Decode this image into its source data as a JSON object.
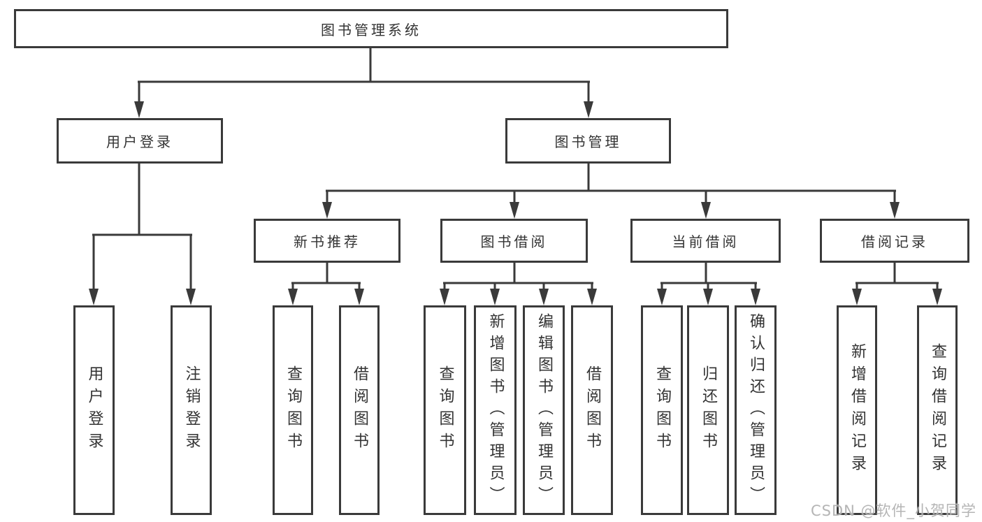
{
  "title": "图书管理系统",
  "nodes": {
    "root": "图书管理系统",
    "login": "用户登录",
    "mgmt": "图书管理",
    "recommend": "新书推荐",
    "borrow": "图书借阅",
    "current": "当前借阅",
    "records": "借阅记录",
    "leaf_user_login": "用户登录",
    "leaf_logout": "注销登录",
    "leaf_query1": "查询图书",
    "leaf_borrow1": "借阅图书",
    "leaf_query2": "查询图书",
    "leaf_add_admin": "新增图书（管理员）",
    "leaf_edit_admin": "编辑图书（管理员）",
    "leaf_borrow2": "借阅图书",
    "leaf_query3": "查询图书",
    "leaf_return": "归还图书",
    "leaf_confirm_admin": "确认归还（管理员）",
    "leaf_add_record": "新增借阅记录",
    "leaf_query_record": "查询借阅记录"
  },
  "hierarchy": {
    "图书管理系统": {
      "用户登录": [
        "用户登录",
        "注销登录"
      ],
      "图书管理": {
        "新书推荐": [
          "查询图书",
          "借阅图书"
        ],
        "图书借阅": [
          "查询图书",
          "新增图书（管理员）",
          "编辑图书（管理员）",
          "借阅图书"
        ],
        "当前借阅": [
          "查询图书",
          "归还图书",
          "确认归还（管理员）"
        ],
        "借阅记录": [
          "新增借阅记录",
          "查询借阅记录"
        ]
      }
    }
  },
  "watermark": "CSDN @软件_小贺同学",
  "colors": {
    "background": "#ffffff",
    "line": "#3a3a3a",
    "box_border": "#3a3a3a",
    "text": "#333333",
    "watermark": "#a8a8a8"
  }
}
